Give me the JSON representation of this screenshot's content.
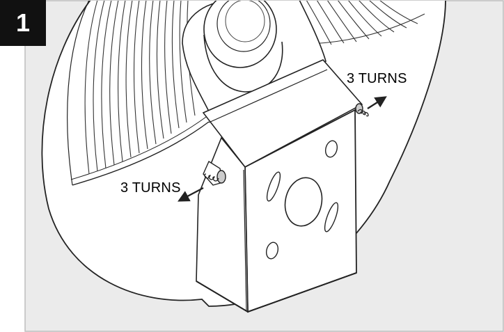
{
  "step": {
    "number": "1"
  },
  "callouts": {
    "right": "3 TURNS",
    "left": "3 TURNS"
  },
  "colors": {
    "background": "#ebebeb",
    "badge": "#111111",
    "line": "#222222",
    "part_fill": "#ffffff"
  }
}
